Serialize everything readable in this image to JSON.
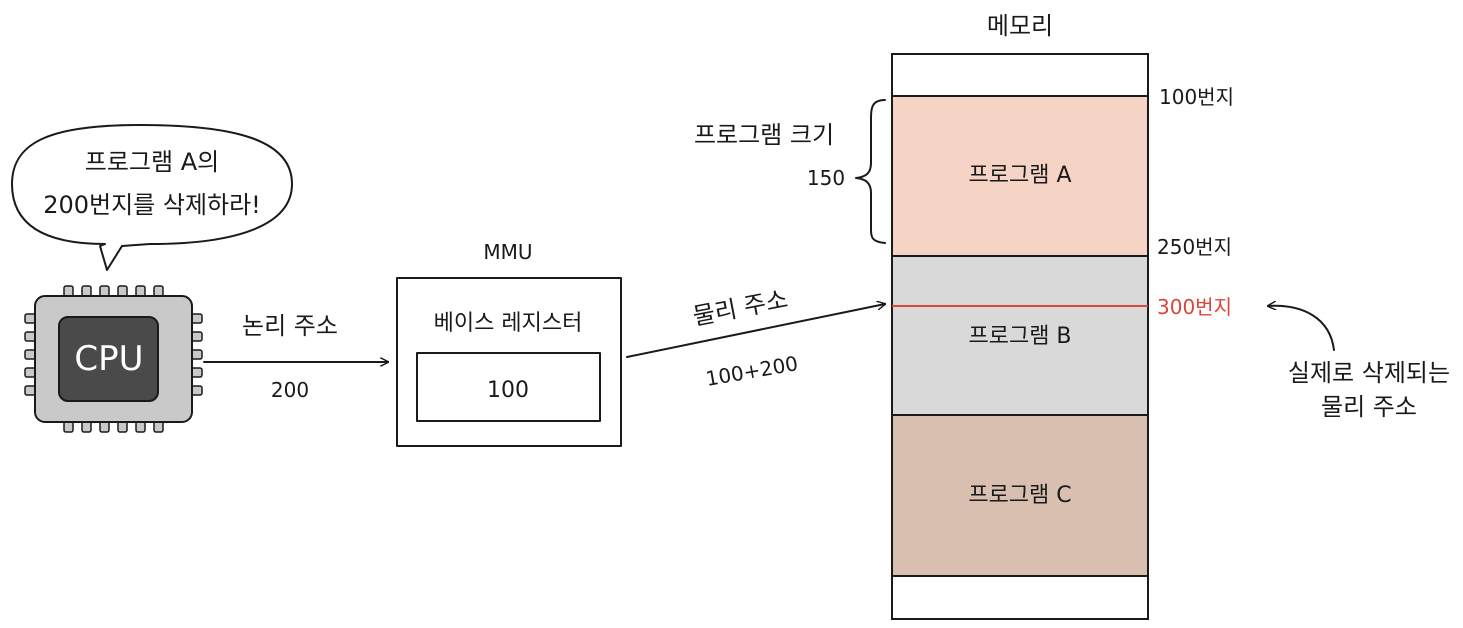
{
  "cpu": {
    "label": "CPU",
    "speech_line1": "프로그램 A의",
    "speech_line2": "200번지를 삭제하라!"
  },
  "logical_address": {
    "label": "논리 주소",
    "value": "200"
  },
  "mmu": {
    "title": "MMU",
    "register_label": "베이스 레지스터",
    "register_value": "100"
  },
  "physical_address": {
    "label": "물리 주소",
    "expression": "100+200"
  },
  "memory": {
    "title": "메모리",
    "blocks": [
      {
        "label": "프로그램 A",
        "color": "#f5d3c5"
      },
      {
        "label": "프로그램 B",
        "color": "#d9d9d9"
      },
      {
        "label": "프로그램 C",
        "color": "#d8bfb0"
      }
    ],
    "addresses": {
      "a_start": "100번지",
      "a_end": "250번지",
      "target": "300번지"
    },
    "target_color": "#d9463b",
    "program_size_label": "프로그램 크기",
    "program_size_value": "150"
  },
  "annotation": {
    "line1": "실제로 삭제되는",
    "line2": "물리 주소"
  }
}
